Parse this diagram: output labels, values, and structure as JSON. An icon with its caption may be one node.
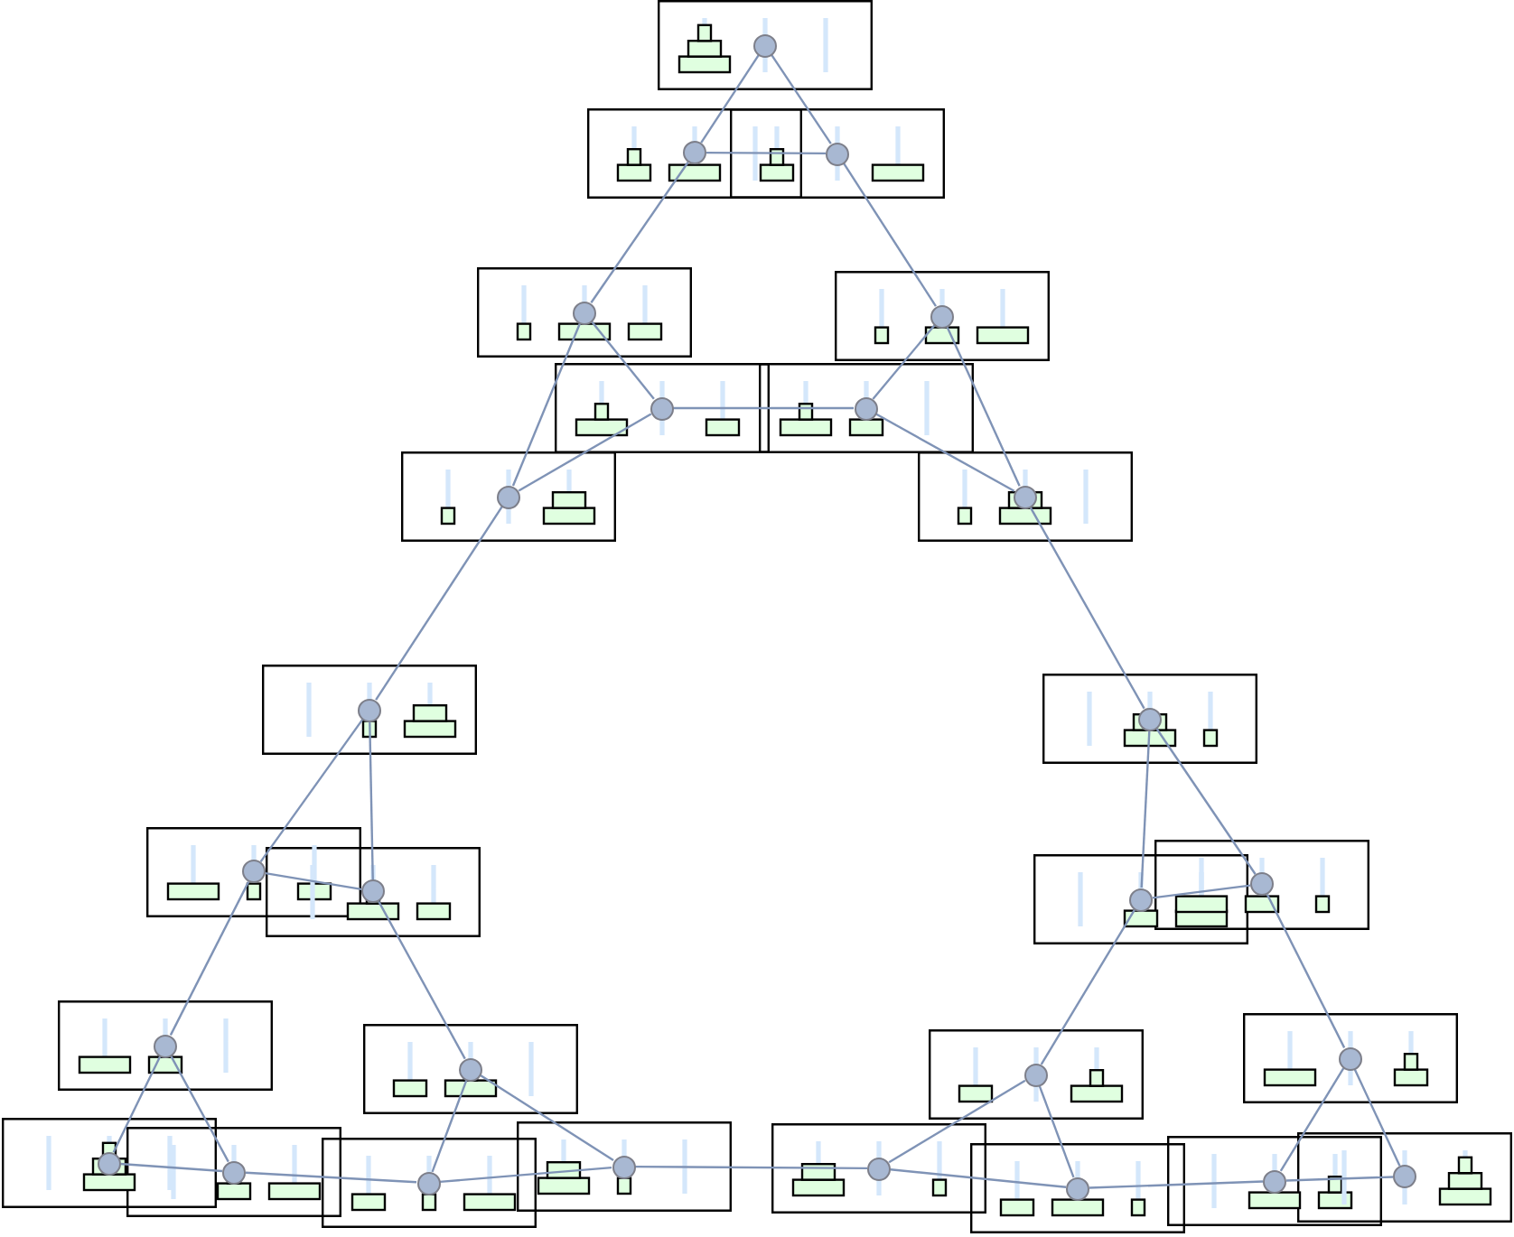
{
  "diagram": {
    "nodes": [
      {
        "text": [],
        "shape": "box"
      },
      {
        "text": [],
        "shape": "circle",
        "in": 0
      },
      {
        "text": [],
        "shape": "box"
      },
      {
        "text": [],
        "shape": "circle",
        "in": 2
      },
      {
        "text": [],
        "shape": "box"
      },
      {
        "text": [],
        "shape": "circle",
        "in": 4
      },
      {
        "text": [],
        "shape": "box"
      },
      {
        "text": [],
        "shape": "circle",
        "in": 6
      },
      {
        "text": [],
        "shape": "box"
      },
      {
        "text": [],
        "shape": "circle",
        "in": 8
      },
      {
        "text": [],
        "shape": "box"
      },
      {
        "text": [],
        "shape": "circle",
        "in": 10
      },
      {
        "text": [],
        "shape": "box"
      },
      {
        "text": [],
        "shape": "circle",
        "in": 12
      },
      {
        "text": [],
        "shape": "box"
      },
      {
        "text": [],
        "shape": "circle",
        "in": 14
      },
      {
        "text": [],
        "shape": "box"
      },
      {
        "text": [],
        "shape": "circle",
        "in": 16
      },
      {
        "text": [],
        "shape": "box"
      },
      {
        "text": [],
        "shape": "circle",
        "in": 18
      },
      {
        "text": [],
        "shape": "box"
      },
      {
        "text": [],
        "shape": "circle",
        "in": 20
      },
      {
        "text": [],
        "shape": "box"
      },
      {
        "text": [],
        "shape": "circle",
        "in": 22
      },
      {
        "text": [],
        "shape": "box"
      },
      {
        "text": [],
        "shape": "circle",
        "in": 24
      },
      {
        "text": [],
        "shape": "box"
      },
      {
        "text": [],
        "shape": "circle",
        "in": 26
      },
      {
        "text": [],
        "shape": "box"
      },
      {
        "text": [],
        "shape": "circle",
        "in": 28
      },
      {
        "text": [],
        "shape": "box"
      },
      {
        "text": [],
        "shape": "circle",
        "in": 30
      },
      {
        "text": [],
        "shape": "box"
      },
      {
        "text": [],
        "shape": "circle",
        "in": 32
      },
      {
        "text": [],
        "shape": "box"
      },
      {
        "text": [],
        "shape": "circle",
        "in": 34
      },
      {
        "text": [],
        "shape": "box"
      },
      {
        "text": [],
        "shape": "circle",
        "in": 36
      },
      {
        "text": [],
        "shape": "box"
      },
      {
        "text": [],
        "shape": "circle",
        "in": 38
      },
      {
        "text": [],
        "shape": "box"
      },
      {
        "text": [],
        "shape": "circle",
        "in": 40
      },
      {
        "text": [],
        "shape": "box"
      },
      {
        "text": [],
        "shape": "circle",
        "in": 42
      },
      {
        "text": [],
        "shape": "box"
      },
      {
        "text": [],
        "shape": "circle",
        "in": 44
      },
      {
        "text": [],
        "shape": "box"
      },
      {
        "text": [],
        "shape": "circle",
        "in": 46
      },
      {
        "text": [],
        "shape": "box"
      },
      {
        "text": [],
        "shape": "circle",
        "in": 48
      },
      {
        "text": [],
        "shape": "box"
      },
      {
        "text": [],
        "shape": "circle",
        "in": 50
      },
      {
        "text": [],
        "shape": "box"
      },
      {
        "text": [],
        "shape": "circle",
        "in": 52
      }
    ],
    "edges": [
      {
        "from": 1,
        "to": 3,
        "arrow": "none"
      },
      {
        "from": 1,
        "to": 5,
        "arrow": "none"
      },
      {
        "from": 3,
        "to": 5,
        "arrow": "none"
      },
      {
        "from": 3,
        "to": 7,
        "arrow": "none"
      },
      {
        "from": 5,
        "to": 9,
        "arrow": "none"
      },
      {
        "from": 7,
        "to": 11,
        "arrow": "none"
      },
      {
        "from": 7,
        "to": 15,
        "arrow": "none"
      },
      {
        "from": 11,
        "to": 15,
        "arrow": "none"
      },
      {
        "from": 9,
        "to": 13,
        "arrow": "none"
      },
      {
        "from": 9,
        "to": 17,
        "arrow": "none"
      },
      {
        "from": 13,
        "to": 17,
        "arrow": "none"
      },
      {
        "from": 11,
        "to": 13,
        "arrow": "none"
      },
      {
        "from": 15,
        "to": 19,
        "arrow": "none"
      },
      {
        "from": 17,
        "to": 21,
        "arrow": "none"
      },
      {
        "from": 19,
        "to": 23,
        "arrow": "none"
      },
      {
        "from": 19,
        "to": 25,
        "arrow": "none"
      },
      {
        "from": 23,
        "to": 25,
        "arrow": "none"
      },
      {
        "from": 23,
        "to": 31,
        "arrow": "none"
      },
      {
        "from": 25,
        "to": 33,
        "arrow": "none"
      },
      {
        "from": 31,
        "to": 39,
        "arrow": "none"
      },
      {
        "from": 31,
        "to": 41,
        "arrow": "none"
      },
      {
        "from": 39,
        "to": 41,
        "arrow": "none"
      },
      {
        "from": 33,
        "to": 43,
        "arrow": "none"
      },
      {
        "from": 33,
        "to": 45,
        "arrow": "none"
      },
      {
        "from": 43,
        "to": 45,
        "arrow": "none"
      },
      {
        "from": 41,
        "to": 43,
        "arrow": "none"
      },
      {
        "from": 45,
        "to": 47,
        "arrow": "none"
      },
      {
        "from": 21,
        "to": 27,
        "arrow": "none"
      },
      {
        "from": 21,
        "to": 29,
        "arrow": "none"
      },
      {
        "from": 27,
        "to": 29,
        "arrow": "none"
      },
      {
        "from": 27,
        "to": 35,
        "arrow": "none"
      },
      {
        "from": 29,
        "to": 37,
        "arrow": "none"
      },
      {
        "from": 35,
        "to": 47,
        "arrow": "none"
      },
      {
        "from": 35,
        "to": 49,
        "arrow": "none"
      },
      {
        "from": 47,
        "to": 49,
        "arrow": "none"
      },
      {
        "from": 37,
        "to": 51,
        "arrow": "none"
      },
      {
        "from": 37,
        "to": 53,
        "arrow": "none"
      },
      {
        "from": 51,
        "to": 53,
        "arrow": "none"
      },
      {
        "from": 49,
        "to": 51,
        "arrow": "none"
      }
    ]
  }
}
